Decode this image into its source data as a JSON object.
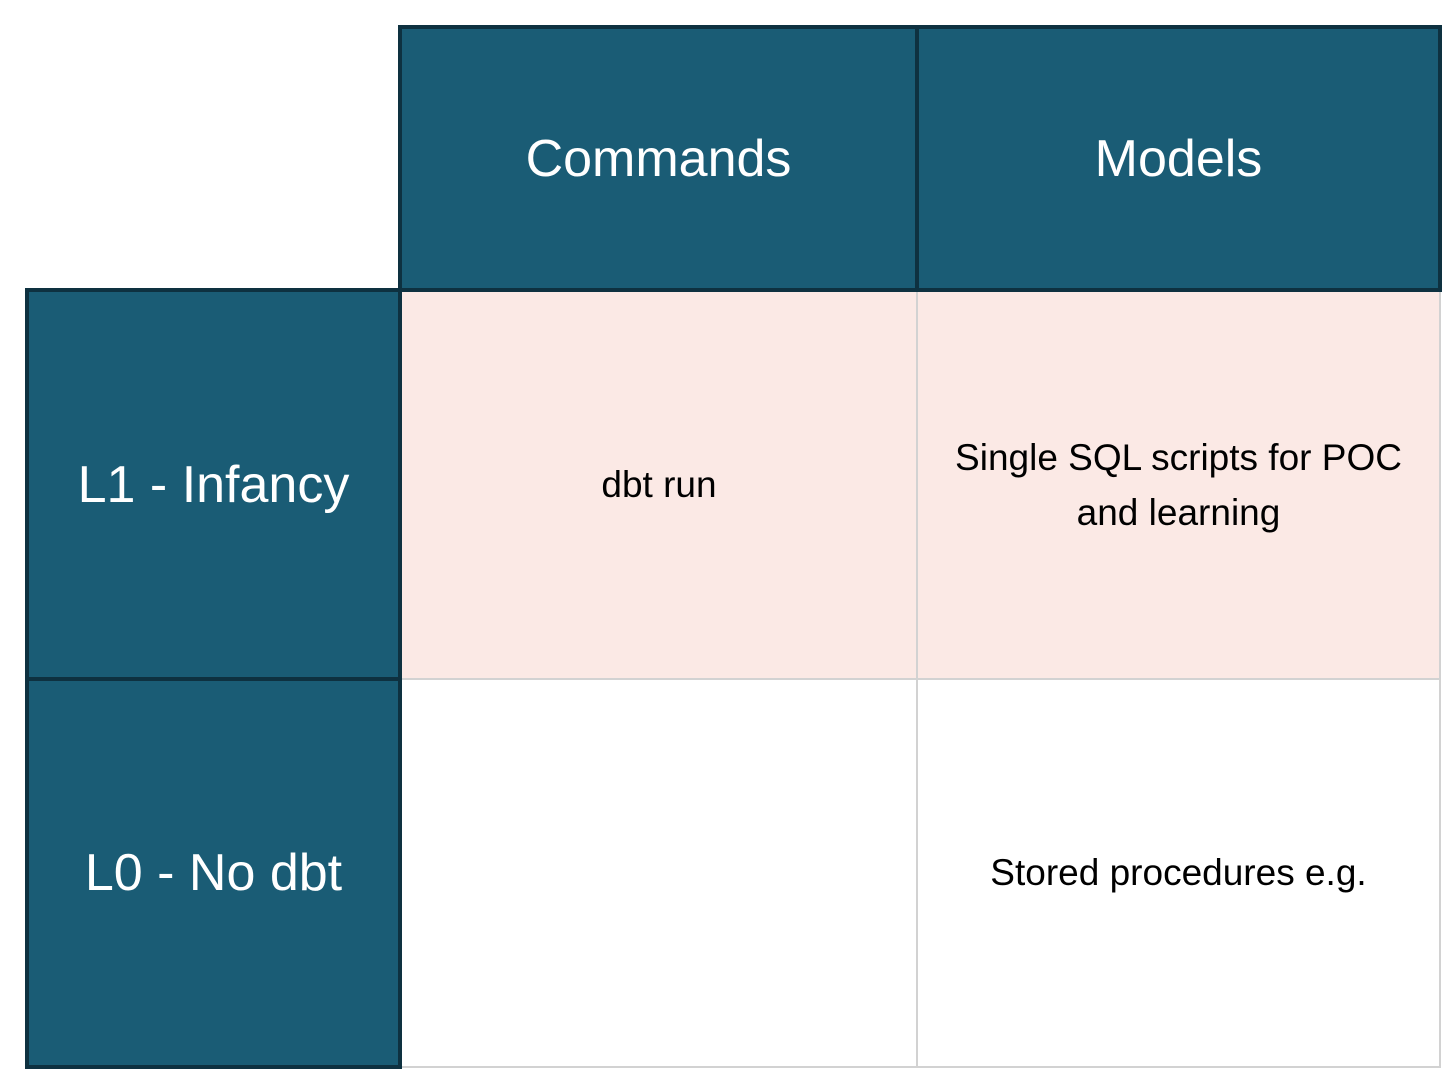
{
  "table": {
    "column_headers": [
      "Commands",
      "Models"
    ],
    "rows": [
      {
        "header": "L1 - Infancy",
        "commands": "dbt run",
        "models": "Single SQL scripts for POC and learning",
        "highlighted": true
      },
      {
        "header": "L0 - No dbt",
        "commands": "",
        "models": "Stored procedures e.g.",
        "highlighted": false
      }
    ]
  },
  "colors": {
    "header_cell_bg": "#1a5c75",
    "header_cell_border": "#0e3140",
    "header_text": "#ffffff",
    "highlight_row_bg": "#fbe9e5",
    "plain_row_bg": "#ffffff",
    "light_border": "#d2d2d2",
    "body_text": "#000000"
  }
}
